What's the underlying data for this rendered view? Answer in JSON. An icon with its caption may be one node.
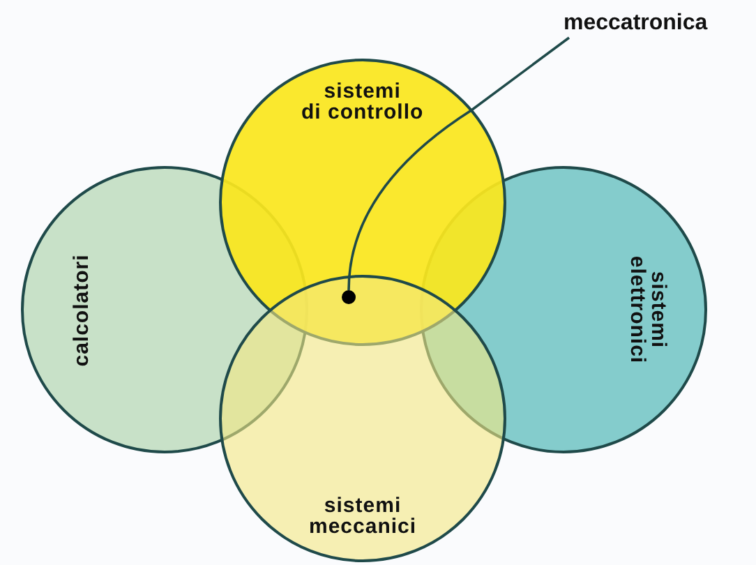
{
  "diagram": {
    "nodes": [
      {
        "text": [
          "meccatronica"
        ]
      },
      {
        "text": [
          "sistemi di controllo"
        ]
      },
      {
        "text": [
          "calcolatori"
        ]
      },
      {
        "text": [
          "sistemi elettronici"
        ]
      },
      {
        "text": [
          "sistemi meccanici"
        ]
      },
      {
        "text": [],
        "shape": "circle"
      }
    ],
    "edges": [
      {
        "from": 0,
        "to": 5,
        "arrow": "none"
      }
    ]
  }
}
